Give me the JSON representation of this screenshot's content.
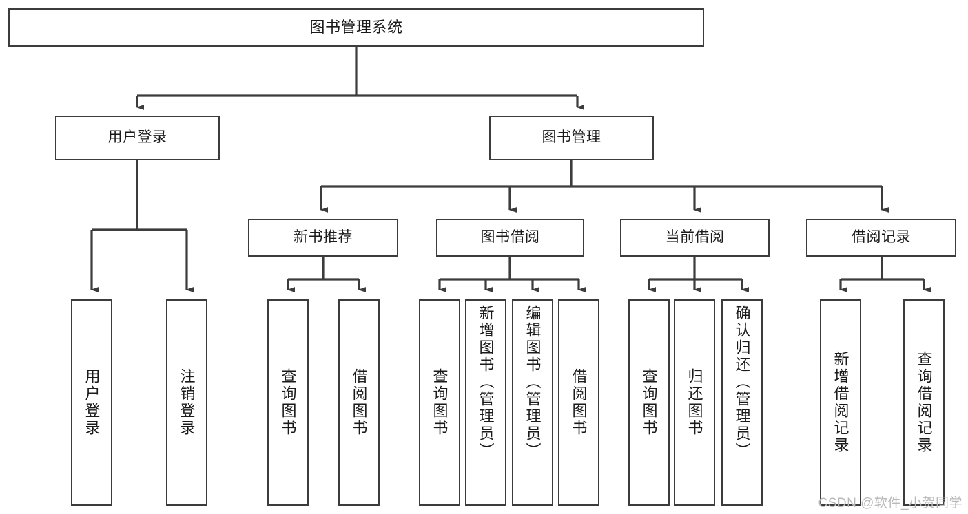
{
  "diagram": {
    "type": "tree",
    "title": "图书管理系统",
    "root": {
      "id": "root",
      "label": "图书管理系统"
    },
    "level2": [
      {
        "id": "user-login",
        "label": "用户登录"
      },
      {
        "id": "book-management",
        "label": "图书管理"
      }
    ],
    "level3": [
      {
        "id": "new-book-recommend",
        "label": "新书推荐",
        "parent": "book-management"
      },
      {
        "id": "book-borrow",
        "label": "图书借阅",
        "parent": "book-management"
      },
      {
        "id": "current-borrow",
        "label": "当前借阅",
        "parent": "book-management"
      },
      {
        "id": "borrow-record",
        "label": "借阅记录",
        "parent": "book-management"
      }
    ],
    "leaves": [
      {
        "id": "leaf-user-login",
        "label": "用户登录",
        "parent": "user-login"
      },
      {
        "id": "leaf-logout-login",
        "label": "注销登录",
        "parent": "user-login"
      },
      {
        "id": "leaf-query-book-1",
        "label": "查询图书",
        "parent": "new-book-recommend"
      },
      {
        "id": "leaf-borrow-book-1",
        "label": "借阅图书",
        "parent": "new-book-recommend"
      },
      {
        "id": "leaf-query-book-2",
        "label": "查询图书",
        "parent": "book-borrow"
      },
      {
        "id": "leaf-add-book",
        "label": "新增图书（管理员）",
        "parent": "book-borrow"
      },
      {
        "id": "leaf-edit-book",
        "label": "编辑图书（管理员）",
        "parent": "book-borrow"
      },
      {
        "id": "leaf-borrow-book-2",
        "label": "借阅图书",
        "parent": "book-borrow"
      },
      {
        "id": "leaf-query-book-3",
        "label": "查询图书",
        "parent": "current-borrow"
      },
      {
        "id": "leaf-return-book",
        "label": "归还图书",
        "parent": "current-borrow"
      },
      {
        "id": "leaf-confirm-return",
        "label": "确认归还（管理员）",
        "parent": "current-borrow"
      },
      {
        "id": "leaf-add-record",
        "label": "新增借阅记录",
        "parent": "borrow-record"
      },
      {
        "id": "leaf-query-record",
        "label": "查询借阅记录",
        "parent": "borrow-record"
      }
    ],
    "colors": {
      "stroke": "#3c3c3c",
      "background": "#ffffff",
      "text": "#1a1a1a",
      "watermark": "#b9b9b9"
    }
  },
  "watermark": {
    "text": "CSDN @软件_小贺同学"
  }
}
